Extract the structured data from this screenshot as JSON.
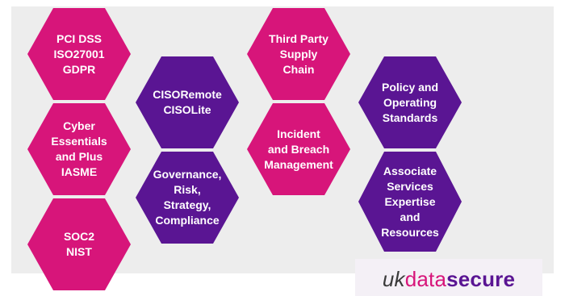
{
  "colors": {
    "pink": "#d7157a",
    "purple": "#5a1593",
    "panel": "#ededed"
  },
  "hexagons": [
    {
      "id": "compliance-standards",
      "color": "pink",
      "label": "PCI DSS\nISO27001\nGDPR"
    },
    {
      "id": "cyber-essentials",
      "color": "pink",
      "label": "Cyber\nEssentials\nand Plus\nIASME"
    },
    {
      "id": "soc2-nist",
      "color": "pink",
      "label": "SOC2\nNIST"
    },
    {
      "id": "ciso-remote",
      "color": "purple",
      "label": "CISORemote\nCISOLite"
    },
    {
      "id": "governance-risk",
      "color": "purple",
      "label": "Governance,\nRisk,\nStrategy,\nCompliance"
    },
    {
      "id": "third-party",
      "color": "pink",
      "label": "Third Party\nSupply\nChain"
    },
    {
      "id": "incident-breach",
      "color": "pink",
      "label": "Incident\nand Breach\nManagement"
    },
    {
      "id": "policy-standards",
      "color": "purple",
      "label": "Policy and\nOperating\nStandards"
    },
    {
      "id": "associate-services",
      "color": "purple",
      "label": "Associate\nServices\nExpertise\nand\nResources"
    }
  ],
  "logo": {
    "part1": "uk",
    "part2": "data",
    "part3": "secure"
  }
}
